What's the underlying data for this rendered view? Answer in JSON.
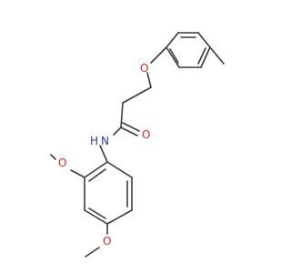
{
  "molecule": {
    "atoms": {
      "ether_oxygen": "O",
      "carbonyl_oxygen": "O",
      "amide_nitrogen": "N",
      "amide_hydrogen": "H",
      "methoxy_oxygen_ortho": "O",
      "methoxy_oxygen_para": "O"
    },
    "colors": {
      "bond": "#3a3a3a",
      "oxygen": "#e0281c",
      "nitrogen": "#2a36c8",
      "background": "#ffffff"
    }
  }
}
